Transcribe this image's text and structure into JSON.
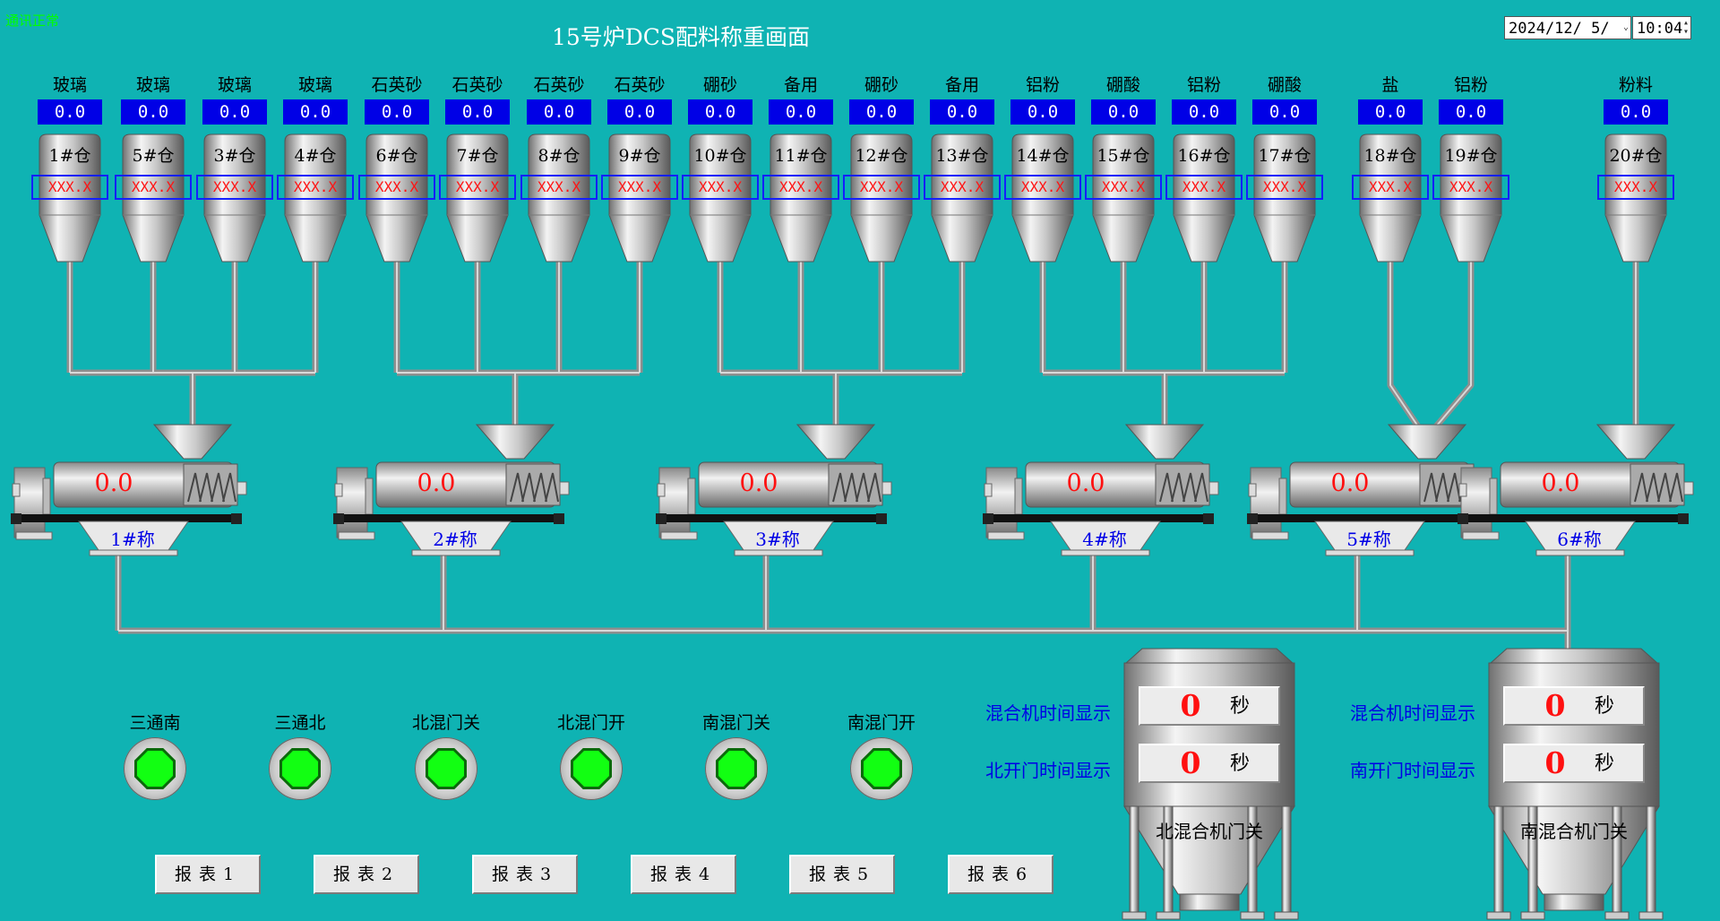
{
  "status": "通讯正常",
  "title": "15号炉DCS配料称重画面",
  "datetime": {
    "date": "2024/12/ 5/",
    "time": "10:04"
  },
  "bins": [
    {
      "material": "玻璃",
      "value": "0.0",
      "label": "1#仓",
      "reading": "XXX.X"
    },
    {
      "material": "玻璃",
      "value": "0.0",
      "label": "5#仓",
      "reading": "XXX.X"
    },
    {
      "material": "玻璃",
      "value": "0.0",
      "label": "3#仓",
      "reading": "XXX.X"
    },
    {
      "material": "玻璃",
      "value": "0.0",
      "label": "4#仓",
      "reading": "XXX.X"
    },
    {
      "material": "石英砂",
      "value": "0.0",
      "label": "6#仓",
      "reading": "XXX.X"
    },
    {
      "material": "石英砂",
      "value": "0.0",
      "label": "7#仓",
      "reading": "XXX.X"
    },
    {
      "material": "石英砂",
      "value": "0.0",
      "label": "8#仓",
      "reading": "XXX.X"
    },
    {
      "material": "石英砂",
      "value": "0.0",
      "label": "9#仓",
      "reading": "XXX.X"
    },
    {
      "material": "硼砂",
      "value": "0.0",
      "label": "10#仓",
      "reading": "XXX.X"
    },
    {
      "material": "备用",
      "value": "0.0",
      "label": "11#仓",
      "reading": "XXX.X"
    },
    {
      "material": "硼砂",
      "value": "0.0",
      "label": "12#仓",
      "reading": "XXX.X"
    },
    {
      "material": "备用",
      "value": "0.0",
      "label": "13#仓",
      "reading": "XXX.X"
    },
    {
      "material": "铝粉",
      "value": "0.0",
      "label": "14#仓",
      "reading": "XXX.X"
    },
    {
      "material": "硼酸",
      "value": "0.0",
      "label": "15#仓",
      "reading": "XXX.X"
    },
    {
      "material": "铝粉",
      "value": "0.0",
      "label": "16#仓",
      "reading": "XXX.X"
    },
    {
      "material": "硼酸",
      "value": "0.0",
      "label": "17#仓",
      "reading": "XXX.X"
    },
    {
      "material": "盐",
      "value": "0.0",
      "label": "18#仓",
      "reading": "XXX.X"
    },
    {
      "material": "铝粉",
      "value": "0.0",
      "label": "19#仓",
      "reading": "XXX.X"
    },
    {
      "material": "粉料",
      "value": "0.0",
      "label": "20#仓",
      "reading": "XXX.X"
    }
  ],
  "scales": [
    {
      "value": "0.0",
      "name": "1#称"
    },
    {
      "value": "0.0",
      "name": "2#称"
    },
    {
      "value": "0.0",
      "name": "3#称"
    },
    {
      "value": "0.0",
      "name": "4#称"
    },
    {
      "value": "0.0",
      "name": "5#称"
    },
    {
      "value": "0.0",
      "name": "6#称"
    }
  ],
  "indicators": [
    {
      "label": "三通南",
      "state": "on"
    },
    {
      "label": "三通北",
      "state": "on"
    },
    {
      "label": "北混门关",
      "state": "on"
    },
    {
      "label": "北混门开",
      "state": "on"
    },
    {
      "label": "南混门关",
      "state": "on"
    },
    {
      "label": "南混门开",
      "state": "on"
    }
  ],
  "report_buttons": [
    "报表1",
    "报表2",
    "报表3",
    "报表4",
    "报表5",
    "报表6"
  ],
  "mixers": [
    {
      "label": "北混合机门关",
      "mix_time_label": "混合机时间显示",
      "door_time_label": "北开门时间显示",
      "mix_time": "0",
      "door_time": "0",
      "unit": "秒"
    },
    {
      "label": "南混合机门关",
      "mix_time_label": "混合机时间显示",
      "door_time_label": "南开门时间显示",
      "mix_time": "0",
      "door_time": "0",
      "unit": "秒"
    }
  ],
  "colors": {
    "background": "#0fb3b3",
    "value_box": "#0000e6",
    "alarm_red": "#ff1010",
    "lamp_on": "#12ff12",
    "label_blue": "#0000e6"
  }
}
